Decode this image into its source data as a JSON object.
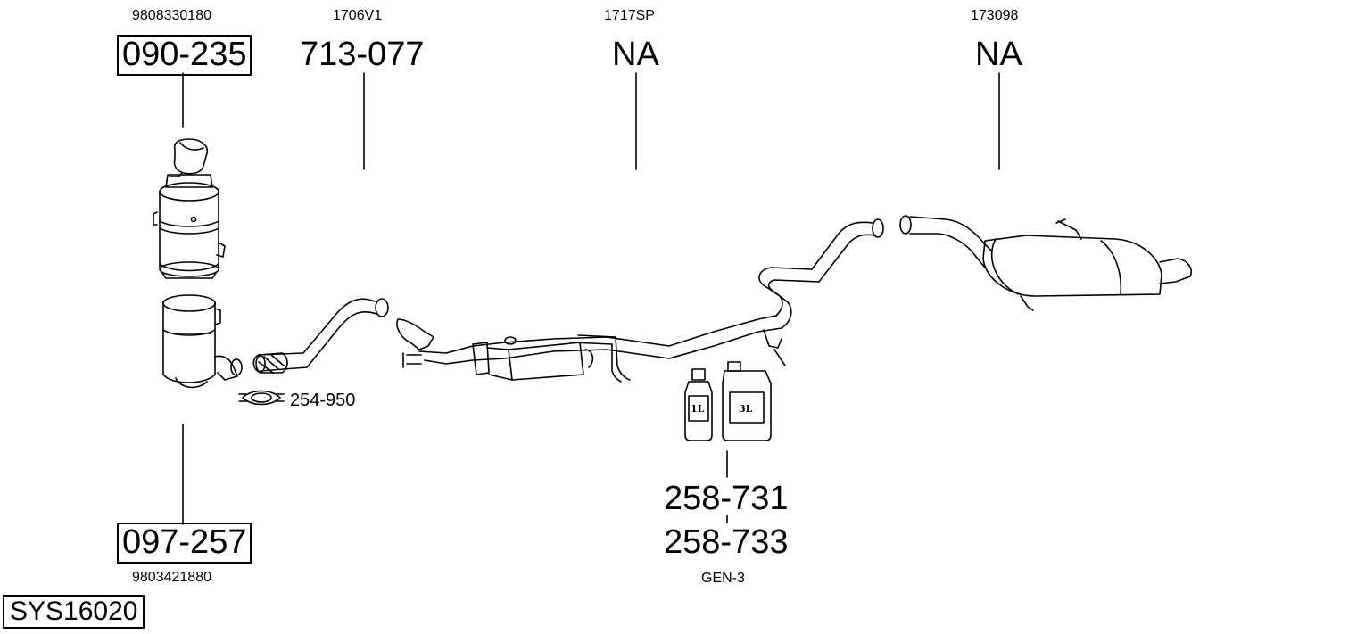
{
  "parts": {
    "p1": {
      "oe": "9808330180",
      "number": "090-235"
    },
    "p2": {
      "oe": "1706V1",
      "number": "713-077"
    },
    "p3": {
      "oe": "1717SP",
      "number": "NA"
    },
    "p4": {
      "oe": "173098",
      "number": "NA"
    },
    "p5": {
      "oe": "9803421880",
      "number": "097-257"
    },
    "clamp": {
      "number": "254-950"
    },
    "additive": {
      "number_a": "258-731",
      "number_b": "258-733",
      "oe": "GEN-3",
      "bottle_small": "1L",
      "bottle_large": "3L"
    }
  },
  "system": {
    "code": "SYS16020"
  }
}
